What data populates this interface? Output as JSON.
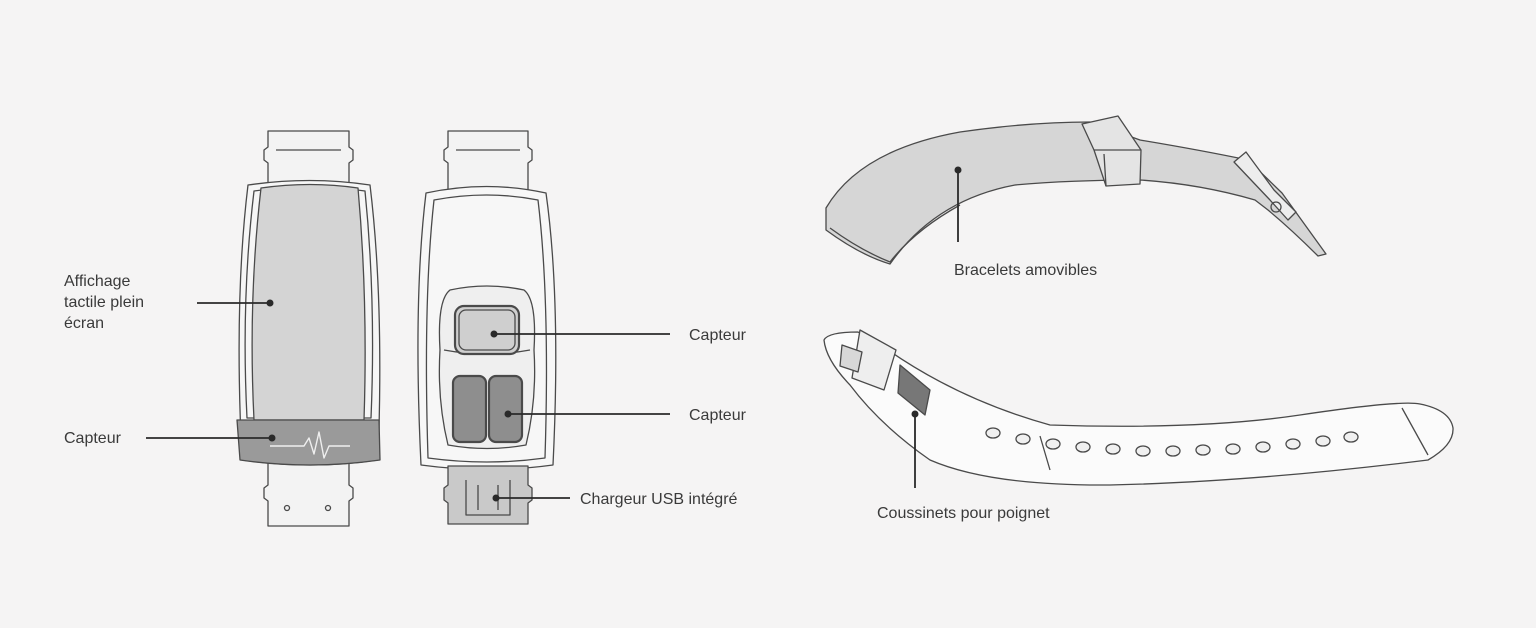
{
  "callouts": {
    "display": [
      "Affichage",
      "tactile plein",
      "écran"
    ],
    "front_sensor": "Capteur",
    "back_sensor_top": "Capteur",
    "back_sensor_bottom": "Capteur",
    "usb_charger": "Chargeur USB intégré",
    "removable_bands": "Bracelets amovibles",
    "wrist_pads": "Coussinets pour poignet"
  },
  "colors": {
    "background": "#f5f4f4",
    "outline": "#4a4a4a",
    "screen_fill": "#d4d4d4",
    "sensor_band_fill": "#9a9a9a",
    "band_fill": "#d6d6d6",
    "leader_line": "#2a2a2a",
    "label_text": "#3a3a3a"
  },
  "icons": [
    "heartbeat-icon"
  ]
}
